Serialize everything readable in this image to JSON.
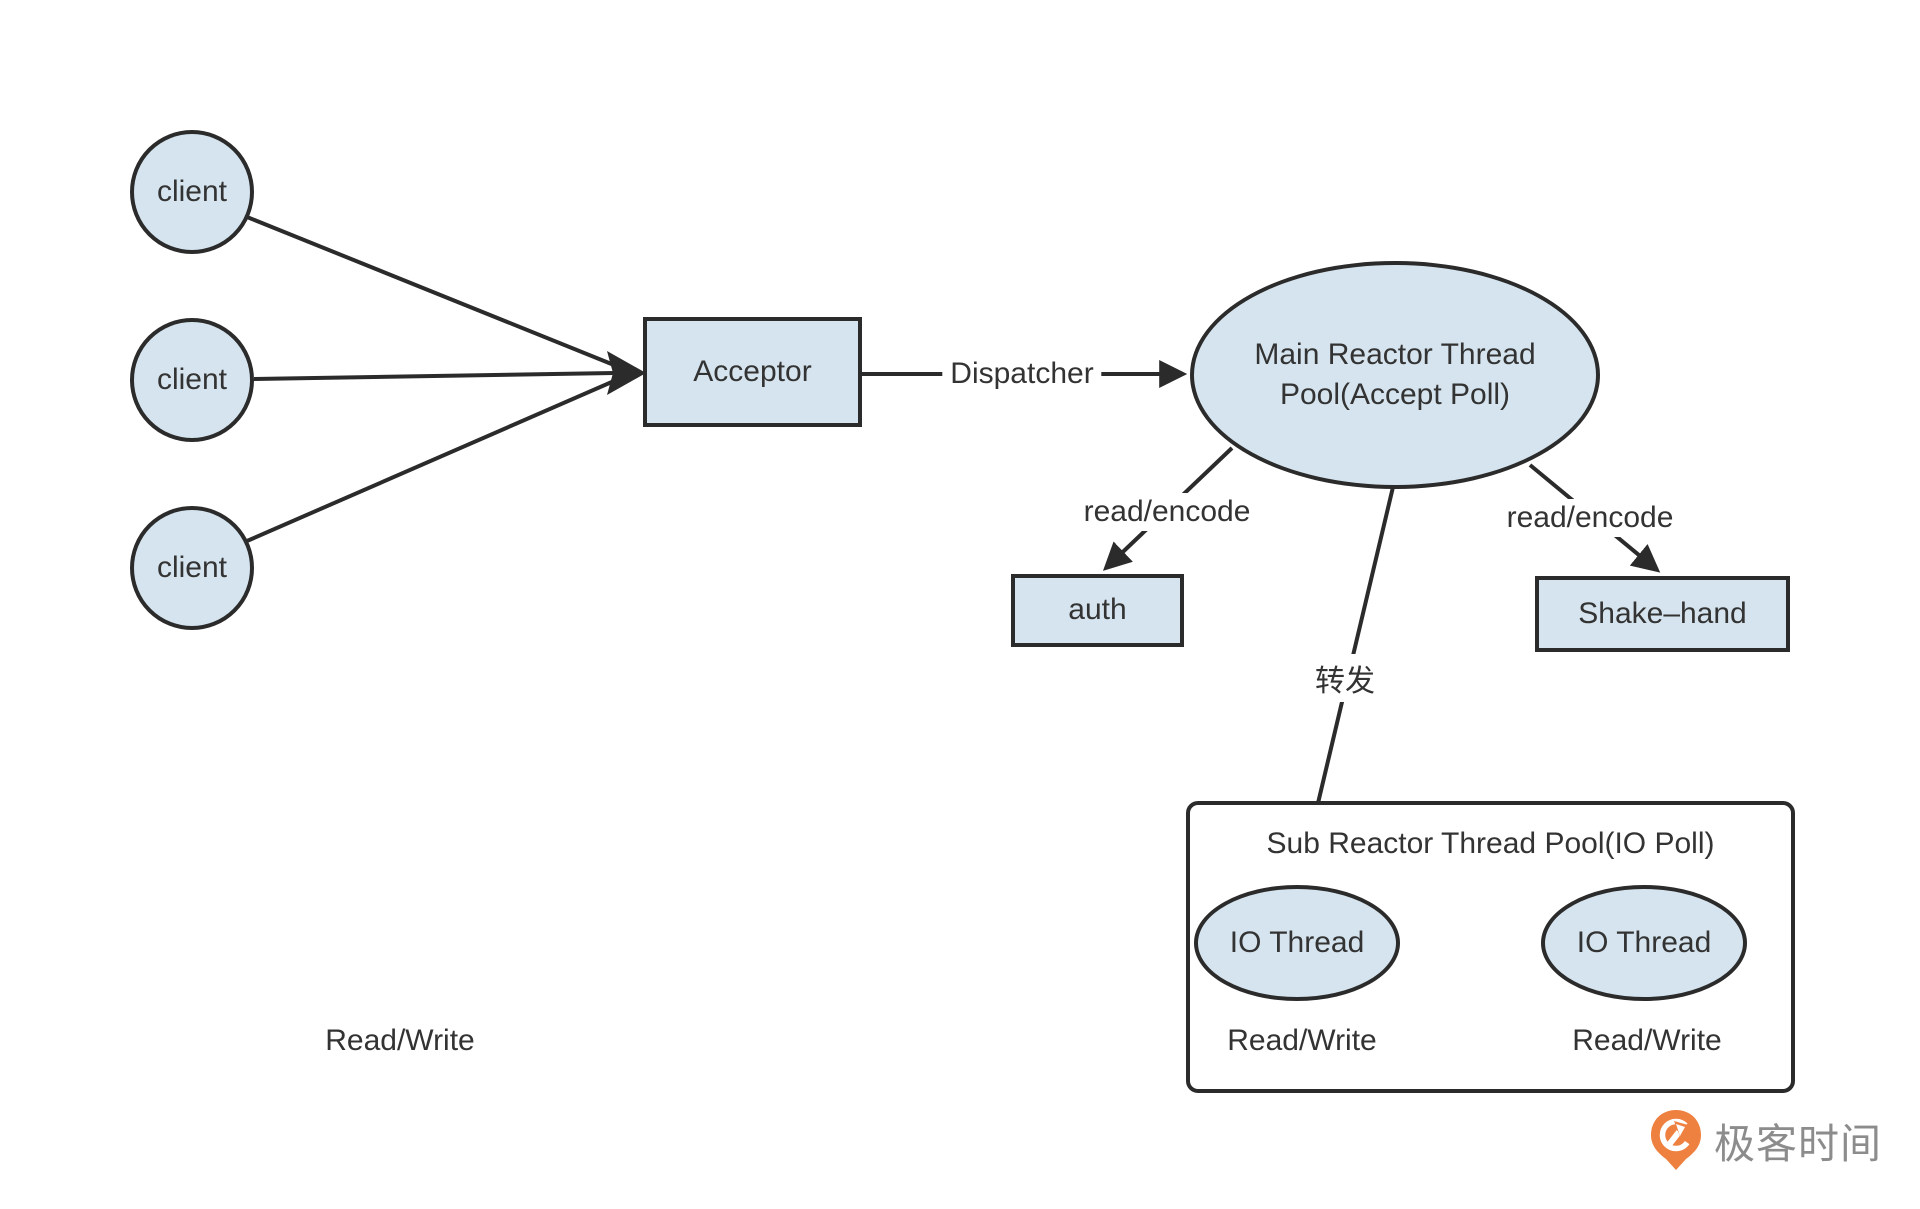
{
  "diagram": {
    "clients": [
      {
        "label": "client"
      },
      {
        "label": "client"
      },
      {
        "label": "client"
      }
    ],
    "acceptor": {
      "label": "Acceptor"
    },
    "main_reactor": {
      "line1": "Main Reactor Thread",
      "line2": "Pool(Accept Poll)"
    },
    "auth": {
      "label": "auth"
    },
    "shake_hand": {
      "label": "Shake–hand"
    },
    "sub_reactor": {
      "title": "Sub Reactor Thread Pool(IO Poll)",
      "io_threads": [
        {
          "label": "IO Thread",
          "caption": "Read/Write"
        },
        {
          "label": "IO Thread",
          "caption": "Read/Write"
        }
      ]
    },
    "edge_labels": {
      "dispatcher": "Dispatcher",
      "read_encode_left": "read/encode",
      "read_encode_right": "read/encode",
      "forward": "转发"
    },
    "standalone_label": "Read/Write",
    "colors": {
      "node_fill": "#d5e4ee",
      "stroke": "#2b2b2b",
      "text": "#333333",
      "logo_orange": "#ee8040",
      "logo_text_gray": "#8c8c8c"
    }
  },
  "footer": {
    "brand": "极客时间"
  }
}
